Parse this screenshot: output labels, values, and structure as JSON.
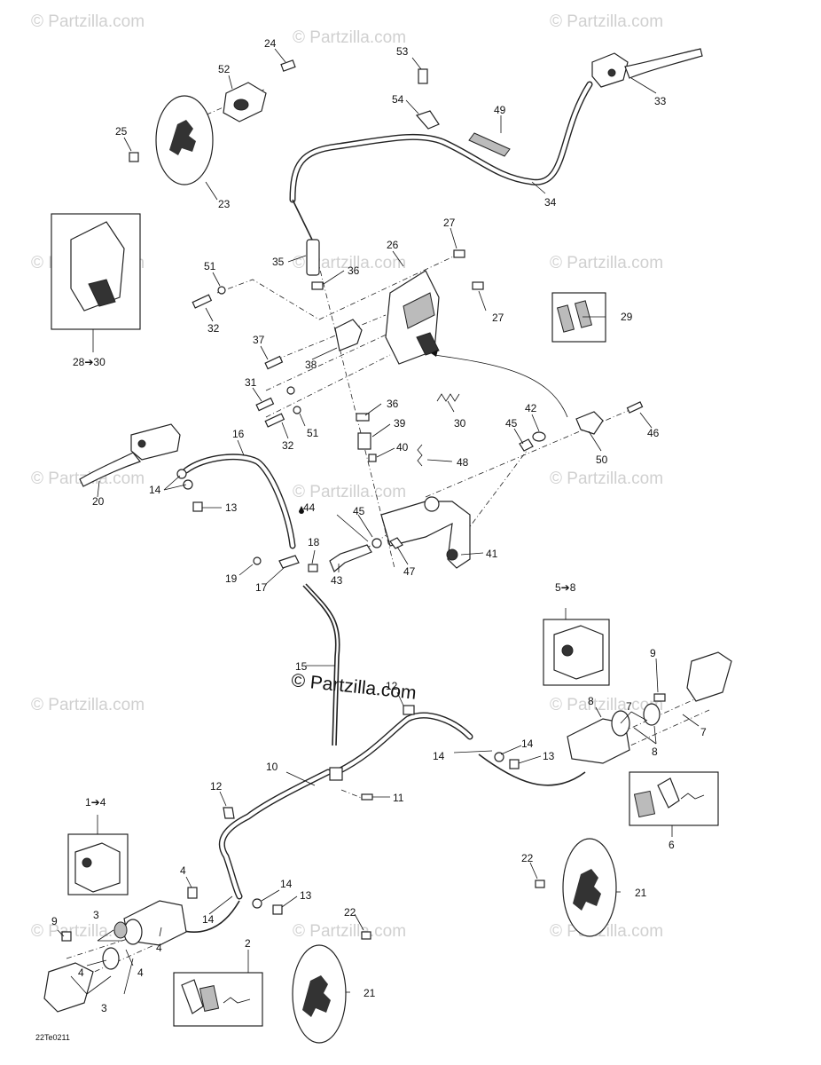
{
  "watermark": {
    "text": "© Partzilla.com",
    "center_text": "© Partzilla.com"
  },
  "reference_code": "22Te0211",
  "callouts": {
    "c1_4": "1➔4",
    "c2": "2",
    "c3a": "3",
    "c3b": "3",
    "c4a": "4",
    "c4b": "4",
    "c4c": "4",
    "c4d": "4",
    "c5_8": "5➔8",
    "c6": "6",
    "c7a": "7",
    "c7b": "7",
    "c8a": "8",
    "c8b": "8",
    "c9a": "9",
    "c9b": "9",
    "c10": "10",
    "c11": "11",
    "c12a": "12",
    "c12b": "12",
    "c13a": "13",
    "c13b": "13",
    "c13c": "13",
    "c14a": "14",
    "c14b": "14",
    "c14c": "14",
    "c14d": "14",
    "c14e": "14",
    "c15": "15",
    "c16": "16",
    "c17": "17",
    "c18": "18",
    "c19": "19",
    "c20": "20",
    "c21a": "21",
    "c21b": "21",
    "c22a": "22",
    "c22b": "22",
    "c23": "23",
    "c24": "24",
    "c25": "25",
    "c26": "26",
    "c27a": "27",
    "c27b": "27",
    "c28_30": "28➔30",
    "c29": "29",
    "c30": "30",
    "c31": "31",
    "c32a": "32",
    "c32b": "32",
    "c33": "33",
    "c34": "34",
    "c35": "35",
    "c36a": "36",
    "c36b": "36",
    "c37": "37",
    "c38": "38",
    "c39": "39",
    "c40": "40",
    "c41": "41",
    "c42": "42",
    "c43": "43",
    "c44": "44",
    "c45a": "45",
    "c45b": "45",
    "c46": "46",
    "c47": "47",
    "c48": "48",
    "c49": "49",
    "c50": "50",
    "c51a": "51",
    "c51b": "51",
    "c52": "52",
    "c53": "53",
    "c54": "54"
  },
  "colors": {
    "ink": "#222222",
    "watermark": "#d0d0d0",
    "background": "#ffffff"
  }
}
